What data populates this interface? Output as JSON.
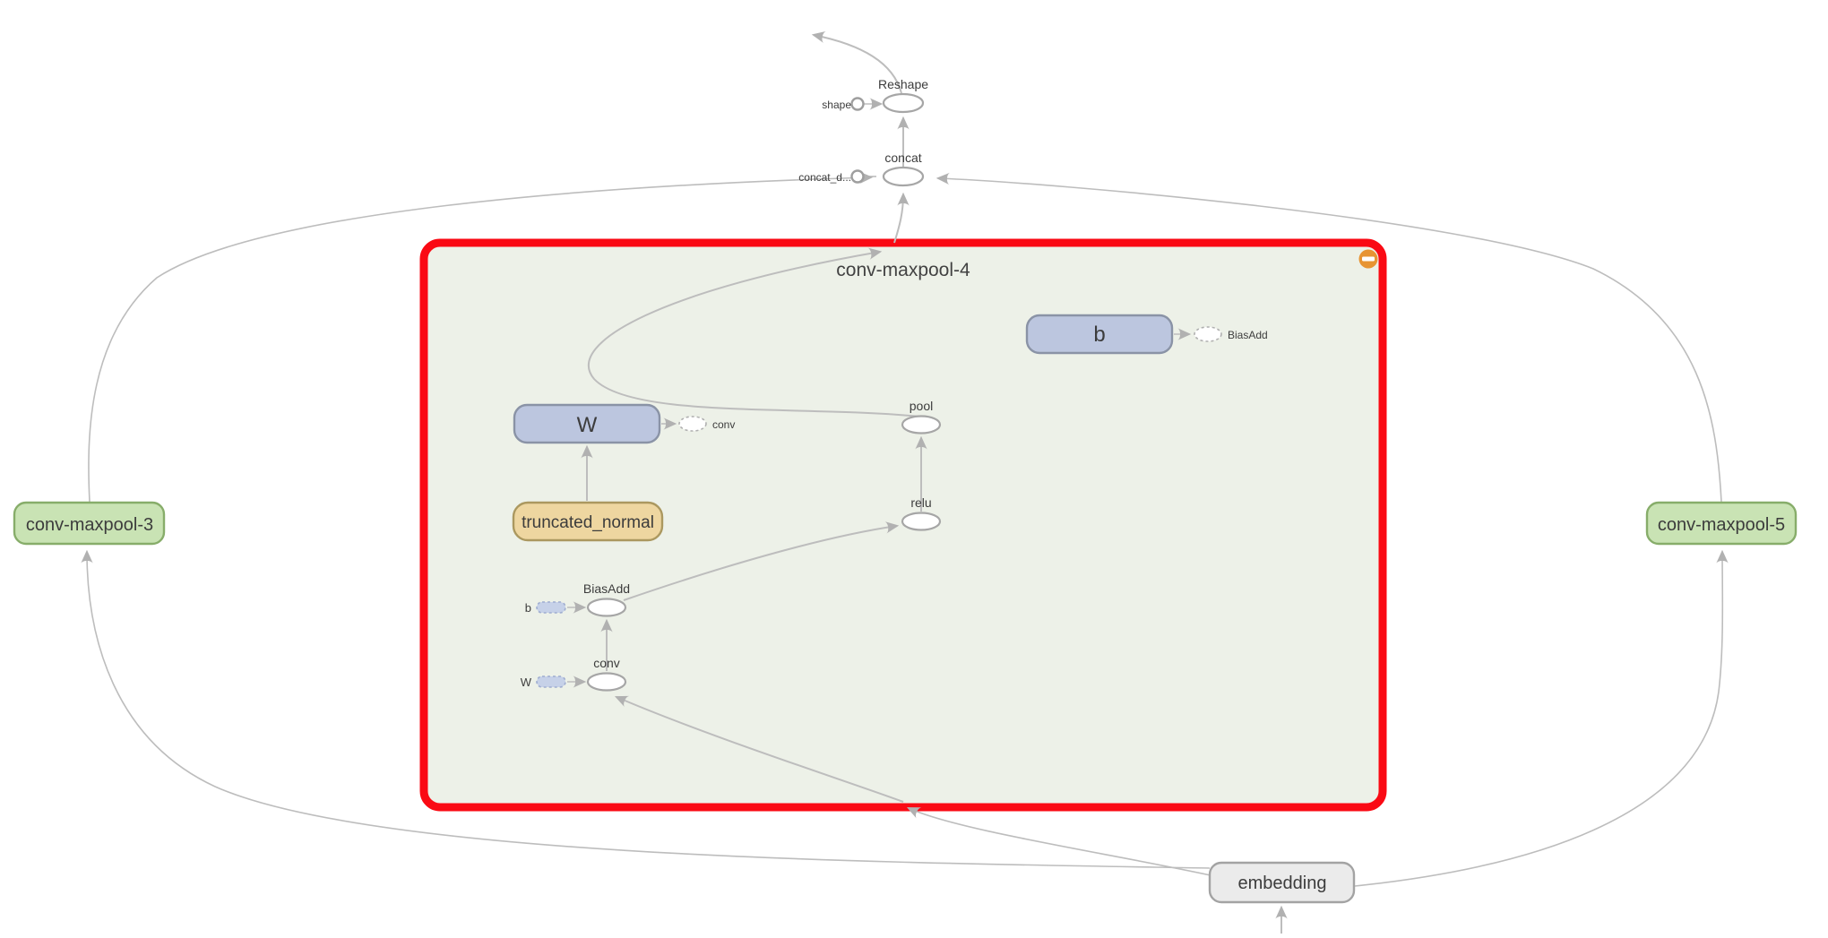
{
  "expanded_group": {
    "label": "conv-maxpool-4",
    "collapse_button": "collapse-minus"
  },
  "op_nodes": {
    "reshape": "Reshape",
    "concat": "concat",
    "pool": "pool",
    "relu": "relu",
    "biasadd": "BiasAdd",
    "conv": "conv"
  },
  "const_inputs": {
    "shape": "shape",
    "concat_dim": "concat_d..."
  },
  "variable_nodes": {
    "b": "b",
    "w": "W",
    "truncated_normal": "truncated_normal"
  },
  "ref_annotations": {
    "biasadd_out": "BiasAdd",
    "conv_out": "conv",
    "b_in": "b",
    "w_in": "W"
  },
  "group_nodes": {
    "conv_maxpool_3": "conv-maxpool-3",
    "conv_maxpool_5": "conv-maxpool-5",
    "embedding": "embedding"
  },
  "colors": {
    "highlight_border": "#fa0a14",
    "expanded_fill": "#edf1e8",
    "variable_fill": "#bcc6df",
    "variable_stroke": "#8a93a6",
    "init_fill": "#eed6a0",
    "init_stroke": "#ab985f",
    "peer_group_fill": "#c9e3b4",
    "peer_group_stroke": "#87ad6a",
    "embedding_fill": "#ebebeb",
    "embedding_stroke": "#a3a3a3",
    "edge": "#bdbdbd",
    "collapse_button": "#e79432"
  }
}
